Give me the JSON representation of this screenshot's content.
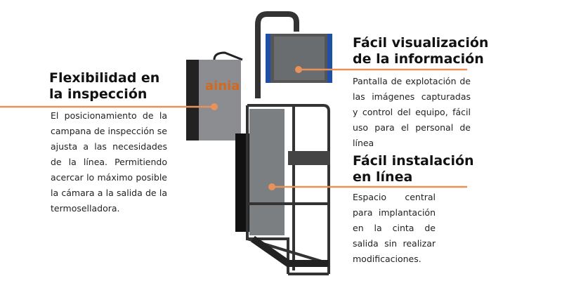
{
  "logo": "ainia",
  "left": {
    "title_1": "Flexibilidad en",
    "title_2": "la inspección",
    "body": "El posicionamiento de la campana de inspección se ajusta a las necesidades de la línea. Permitiendo acercar lo máximo posible la cámara a la salida de la termoselladora."
  },
  "top_right": {
    "title_1": "Fácil visualización",
    "title_2": "de la información",
    "body": "Pantalla de explotación de las imágenes capturadas y control del equipo, fácil uso para el personal de línea"
  },
  "bottom_right": {
    "title_1": "Fácil instalación",
    "title_2": "en línea",
    "body": "Espacio central para implantación en la cinta de salida sin realizar modificaciones."
  },
  "colors": {
    "accent": "#e8925a",
    "logo": "#d2691e"
  }
}
